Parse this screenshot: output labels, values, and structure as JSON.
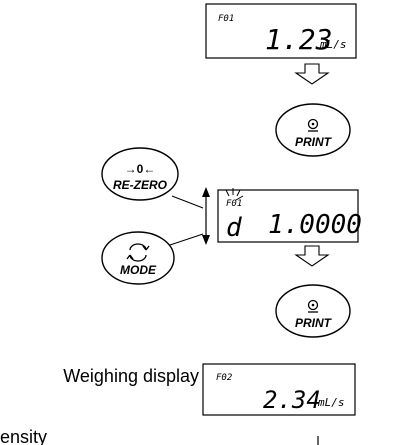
{
  "display_top": {
    "code": "F01",
    "value": "1.23",
    "unit": "mL/s"
  },
  "display_mid": {
    "code": "F01",
    "prefix": "d",
    "value": "1.0000"
  },
  "display_bottom": {
    "code": "F02",
    "value": "2.34",
    "unit": "mL/s"
  },
  "print_button": {
    "icon": "target-icon",
    "label": "PRINT"
  },
  "rezero_button": {
    "symbol": "→0←",
    "label": "RE-ZERO"
  },
  "mode_button": {
    "icon": "cycle-arrows-icon",
    "label": "MODE"
  },
  "weighing_display_label": "Weighing display",
  "density_label": "ensity"
}
